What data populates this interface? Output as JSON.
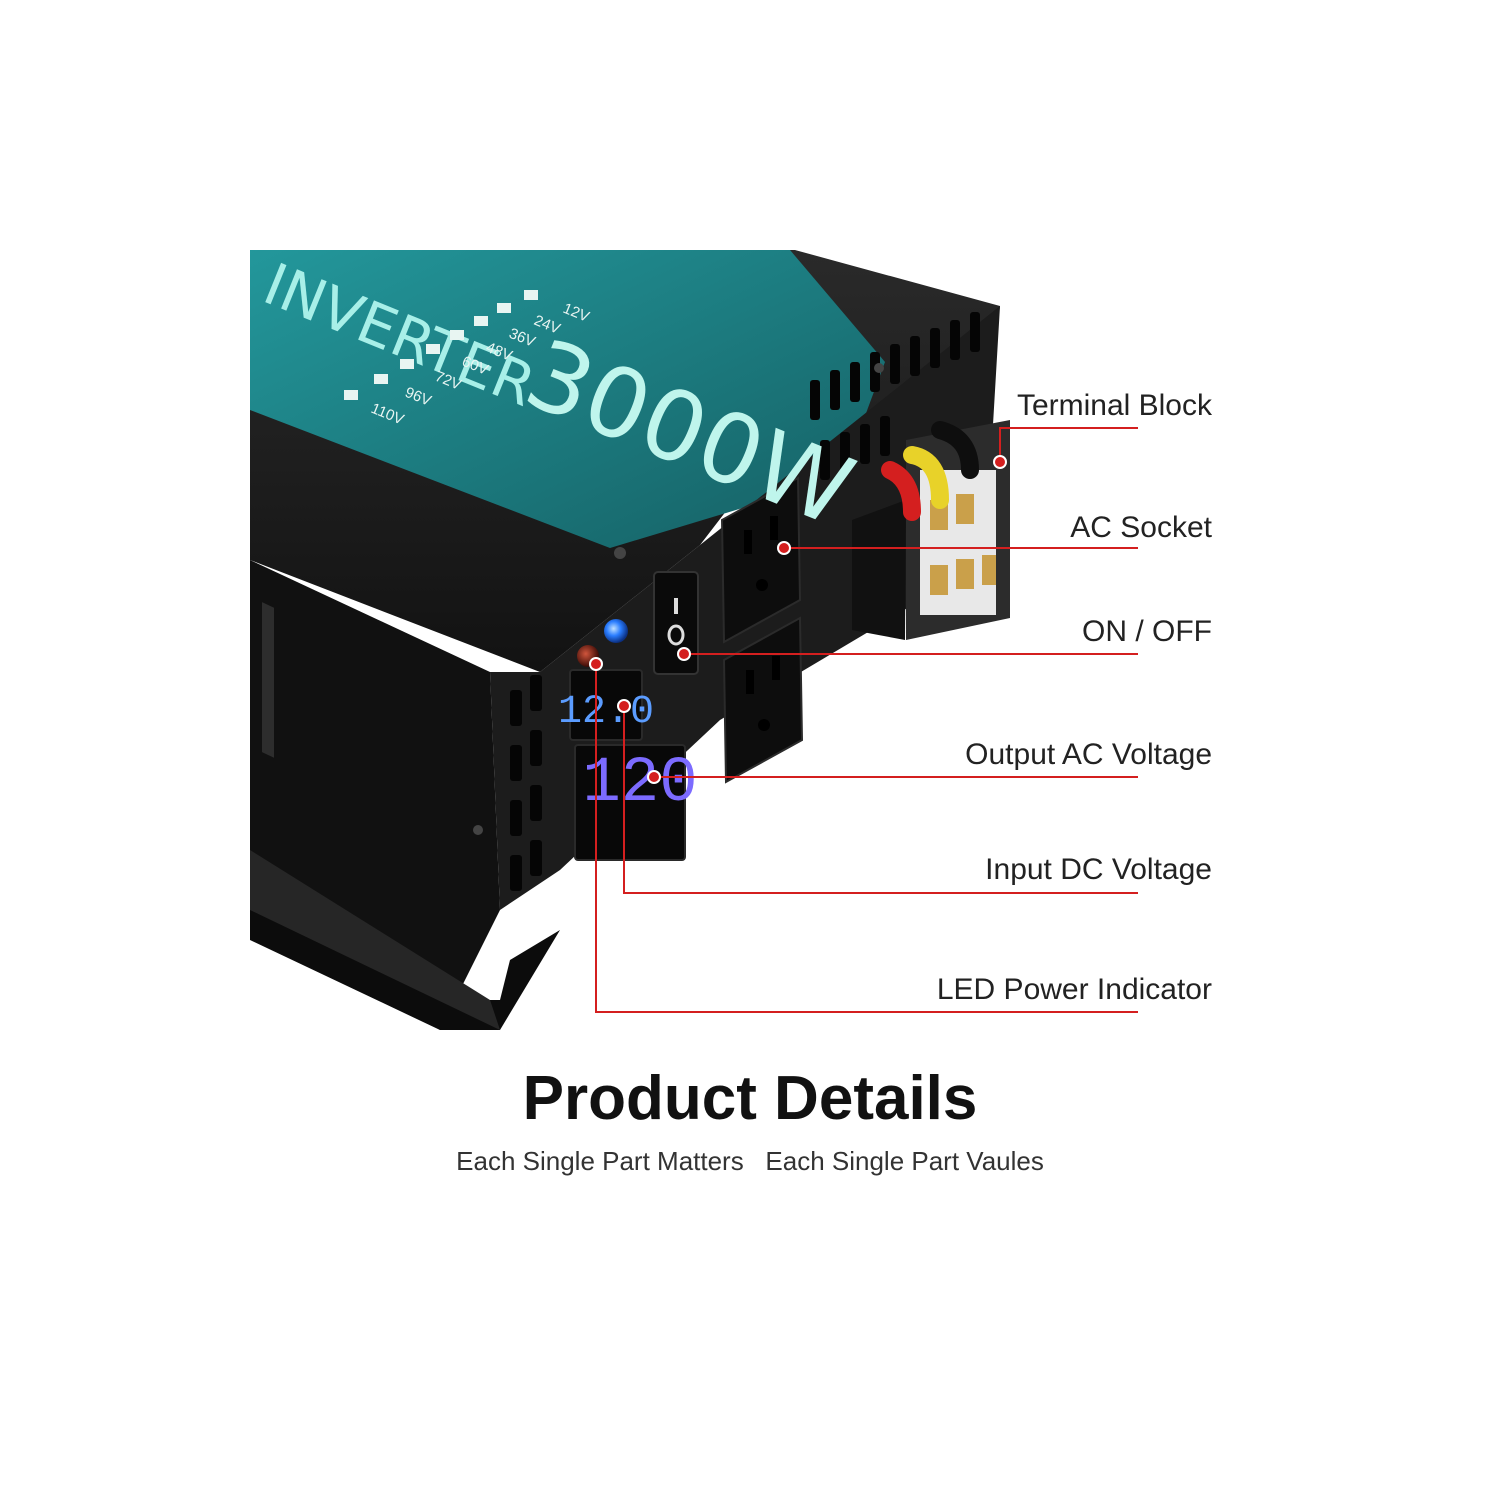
{
  "product": {
    "brand_text": "INVERTER",
    "power_rating": "3000W",
    "voltage_options": [
      "12V",
      "24V",
      "36V",
      "48V",
      "60V",
      "72V",
      "96V",
      "110V"
    ],
    "input_display_value": "12.0",
    "output_display_value": "120"
  },
  "callouts": [
    {
      "label": "Terminal Block"
    },
    {
      "label": "AC Socket"
    },
    {
      "label": "ON / OFF"
    },
    {
      "label": "Output AC Voltage"
    },
    {
      "label": "Input DC Voltage"
    },
    {
      "label": "LED Power Indicator"
    }
  ],
  "footer": {
    "title": "Product Details",
    "subtitle_left": "Each Single Part Matters",
    "subtitle_right": "Each Single Part Vaules"
  },
  "colors": {
    "background": "#ffffff",
    "panel_teal": "#1b7f83",
    "body_black": "#1a1a1a",
    "callout_line": "#d41f1f",
    "display_blue": "#6f6bff",
    "led_blue": "#2a7dff",
    "led_red": "#8a1c10"
  }
}
